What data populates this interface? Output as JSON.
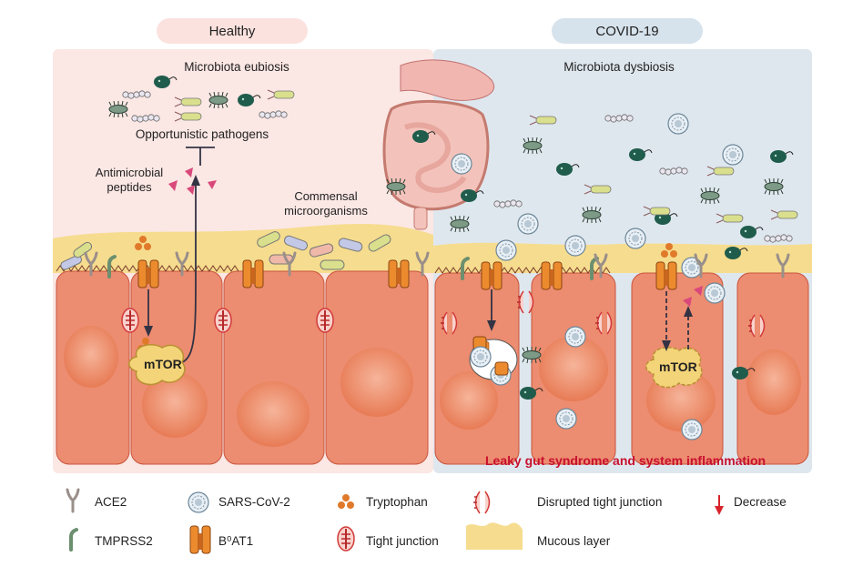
{
  "panels": {
    "healthy": {
      "title": "Healthy",
      "subtitle": "Microbiota eubiosis"
    },
    "covid": {
      "title": "COVID-19",
      "subtitle": "Microbiota dysbiosis"
    }
  },
  "labels": {
    "opportunistic": "Opportunistic pathogens",
    "antimicrobial_1": "Antimicrobial",
    "antimicrobial_2": "peptides",
    "commensal_1": "Commensal",
    "commensal_2": "microorganisms",
    "mtor_left": "mTOR",
    "mtor_right": "mTOR",
    "leaky": "Leaky gut syndrome and system inflammation"
  },
  "legend": {
    "ace2": "ACE2",
    "tmprss2": "TMPRSS2",
    "sars": "SARS-CoV-2",
    "b0at1": "B⁰AT1",
    "tryptophan": "Tryptophan",
    "tight": "Tight junction",
    "disrupted": "Disrupted tight junction",
    "mucous": "Mucous layer",
    "decrease": "Decrease"
  },
  "colors": {
    "healthy_bg": "#fbe7e4",
    "covid_bg": "#dfe7ee",
    "cell": "#ec8c70",
    "cell_dark": "#c9553d",
    "mucus": "#f6dc8e",
    "virus": "#8fa6b8",
    "b0at1": "#e98a2c",
    "tryptophan": "#e07a2a",
    "decrease": "#d8232a",
    "bacteria_dark": "#1f5c4c",
    "mtor": "#f3d478"
  }
}
